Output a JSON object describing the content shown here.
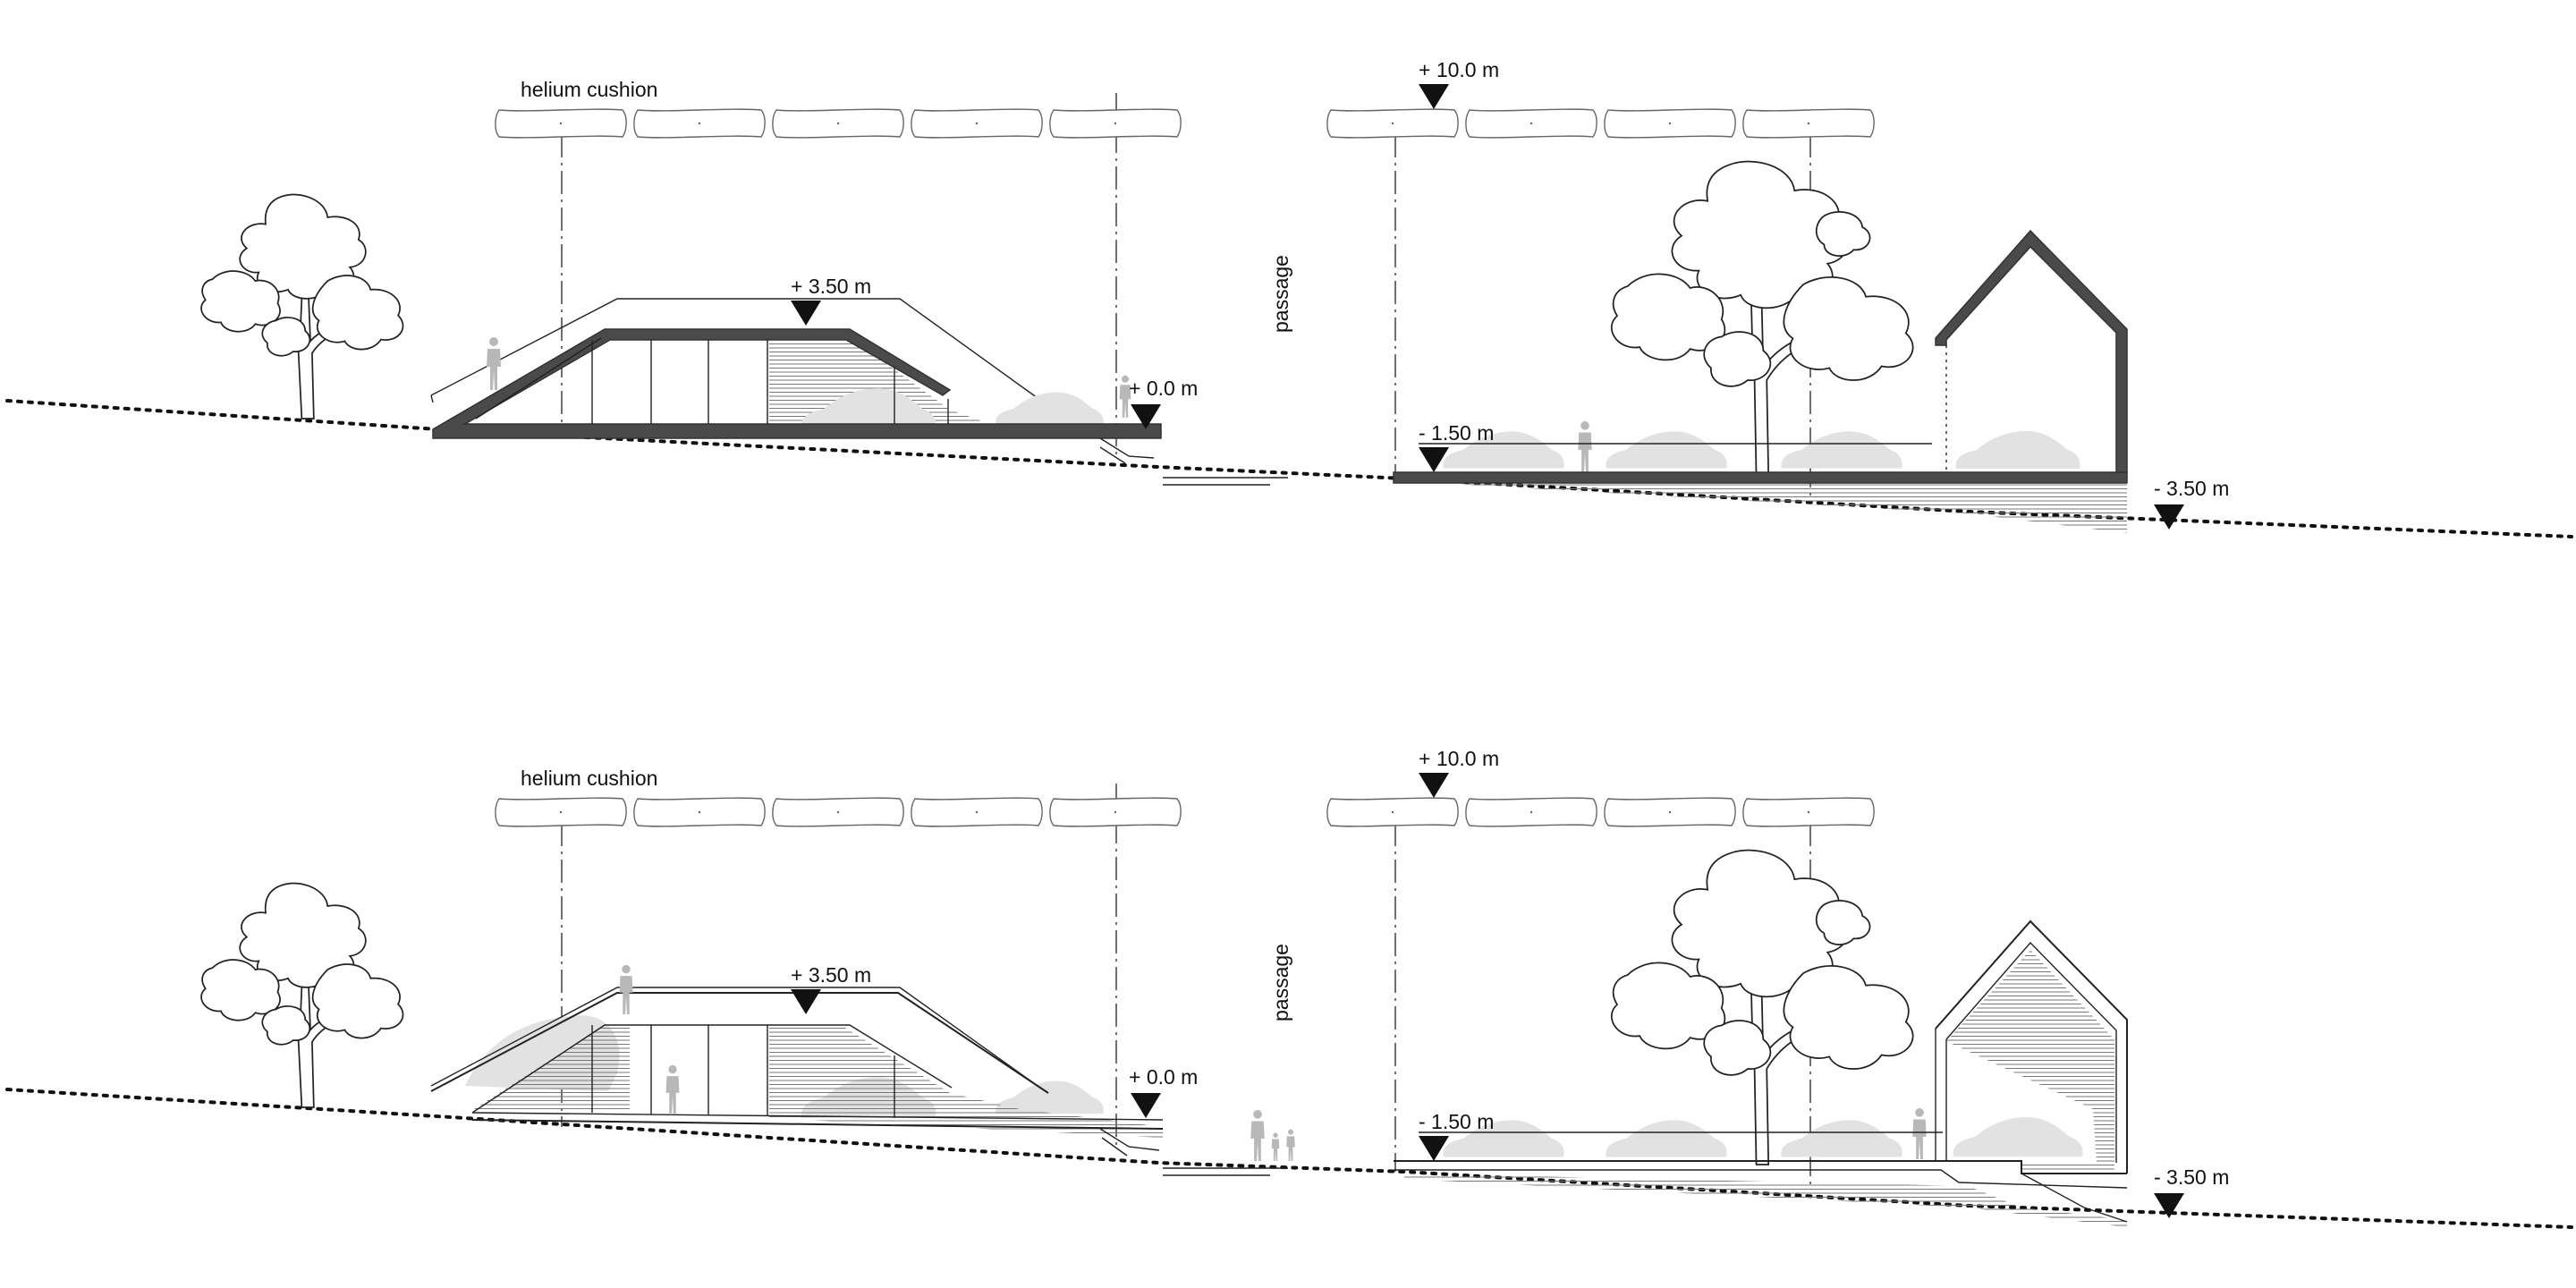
{
  "colors": {
    "background": "#ffffff",
    "line": "#222222",
    "wall_fill": "#4a4a4a",
    "ghost_fill": "#e2e2e2",
    "person_fill": "#b8b8b8"
  },
  "sections": [
    {
      "helium_label": "helium cushion",
      "passage_label": "passage",
      "levels": {
        "top": "+ 10.0 m",
        "roof": "+ 3.50 m",
        "zero": "+ 0.0 m",
        "lower_floor": "- 1.50 m",
        "street": "- 3.50 m"
      }
    },
    {
      "helium_label": "helium cushion",
      "passage_label": "passage",
      "levels": {
        "top": "+ 10.0 m",
        "roof": "+ 3.50 m",
        "zero": "+ 0.0 m",
        "lower_floor": "- 1.50 m",
        "street": "- 3.50 m"
      }
    }
  ]
}
